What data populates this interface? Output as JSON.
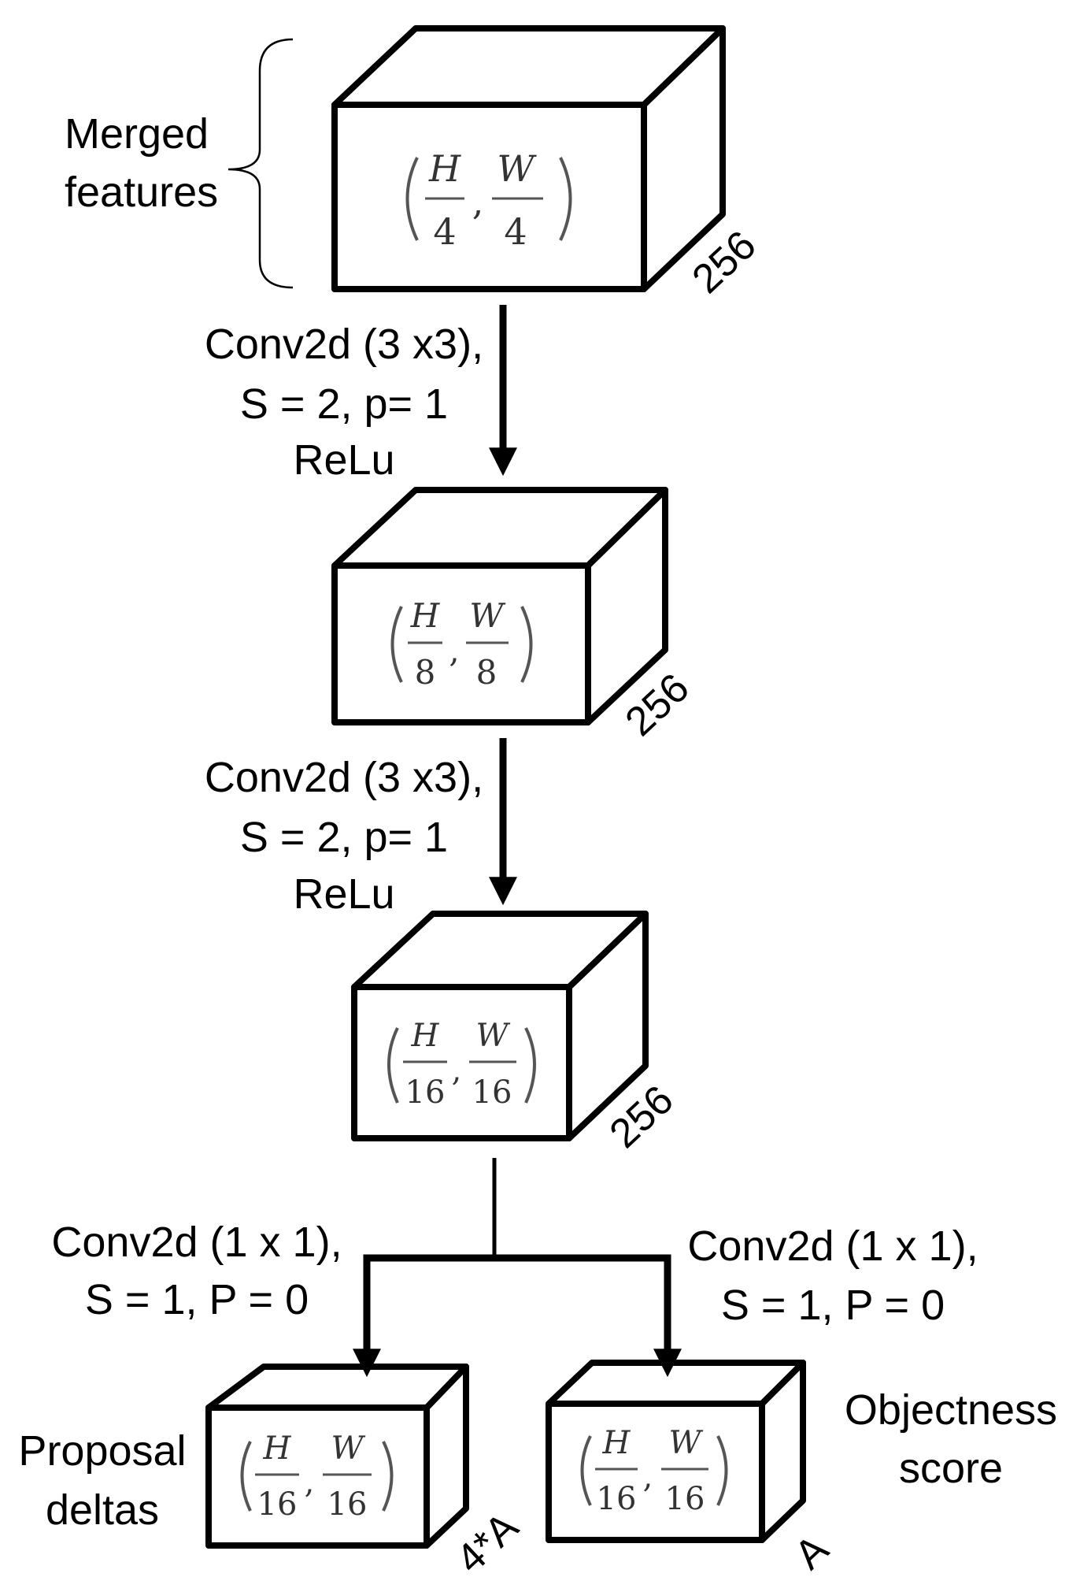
{
  "colors": {
    "merged_front": "#dd88dd",
    "merged_top": "#f597f3",
    "merged_side": "#c77bc6",
    "block_front": "#aebedd",
    "block_top": "#c2d4f3",
    "block_side": "#98a9c9",
    "line": "#000000"
  },
  "merged": {
    "label_line1": "Merged",
    "label_line2": "features",
    "num_h": "H",
    "num_w": "W",
    "den_h": "4",
    "den_w": "4",
    "depth": "256"
  },
  "conv1": {
    "line1": "Conv2d (3 x3),",
    "line2": "S = 2, p= 1",
    "line3": "ReLu"
  },
  "block2": {
    "num_h": "H",
    "num_w": "W",
    "den_h": "8",
    "den_w": "8",
    "depth": "256"
  },
  "conv2": {
    "line1": "Conv2d (3 x3),",
    "line2": "S = 2, p= 1",
    "line3": "ReLu"
  },
  "block3": {
    "num_h": "H",
    "num_w": "W",
    "den_h": "16",
    "den_w": "16",
    "depth": "256"
  },
  "conv_left": {
    "line1": "Conv2d (1 x 1),",
    "line2": "S = 1, P = 0"
  },
  "conv_right": {
    "line1": "Conv2d (1 x 1),",
    "line2": "S = 1, P = 0"
  },
  "proposal": {
    "label_line1": "Proposal",
    "label_line2": "deltas",
    "num_h": "H",
    "num_w": "W",
    "den_h": "16",
    "den_w": "16",
    "depth": "4*A"
  },
  "objectness": {
    "label_line1": "Objectness",
    "label_line2": "score",
    "num_h": "H",
    "num_w": "W",
    "den_h": "16",
    "den_w": "16",
    "depth": "A"
  }
}
